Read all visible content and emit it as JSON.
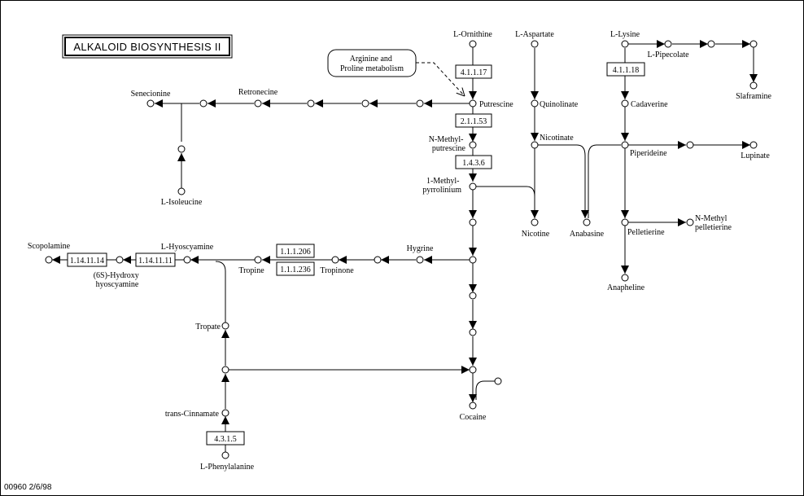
{
  "title": "ALKALOID BIOSYNTHESIS II",
  "footer": "00960  2/6/98",
  "map_link": "Arginine and\nProline metabolism",
  "compounds": {
    "ornithine": "L-Ornithine",
    "aspartate": "L-Aspartate",
    "lysine": "L-Lysine",
    "pipecolate": "L-Pipecolate",
    "slaframine": "Slaframine",
    "putrescine": "Putrescine",
    "quinolinate": "Quinolinate",
    "cadaverine": "Cadaverine",
    "senecionine": "Senecionine",
    "retronecine": "Retronecine",
    "isoleucine": "L-Isoleucine",
    "nmethylputrescine": "N-Methyl-\nputrescine",
    "nicotinate": "Nicotinate",
    "piperideine": "Piperideine",
    "lupinate": "Lupinate",
    "methylpyrrolinium": "1-Methyl-\npyrrolinium",
    "nicotine": "Nicotine",
    "anabasine": "Anabasine",
    "pelletierine": "Pelletierine",
    "nmethylpelletierine": "N-Methyl\npelletierine",
    "anapheline": "Anapheline",
    "scopolamine": "Scopolamine",
    "hyoscyamine": "L-Hyoscyamine",
    "hydroxyhyoscyamine": "(6S)-Hydroxy\nhyoscyamine",
    "tropine": "Tropine",
    "tropinone": "Tropinone",
    "hygrine": "Hygrine",
    "tropate": "Tropate",
    "cinnamate": "trans-Cinnamate",
    "phenylalanine": "L-Phenylalanine",
    "cocaine": "Cocaine"
  },
  "enzymes": {
    "e_4_1_1_17": "4.1.1.17",
    "e_2_1_1_53": "2.1.1.53",
    "e_1_4_3_6": "1.4.3.6",
    "e_4_1_1_18": "4.1.1.18",
    "e_1_1_1_206": "1.1.1.206",
    "e_1_1_1_236": "1.1.1.236",
    "e_1_14_11_11": "1.14.11.11",
    "e_1_14_11_14": "1.14.11.14",
    "e_4_3_1_5": "4.3.1.5"
  }
}
